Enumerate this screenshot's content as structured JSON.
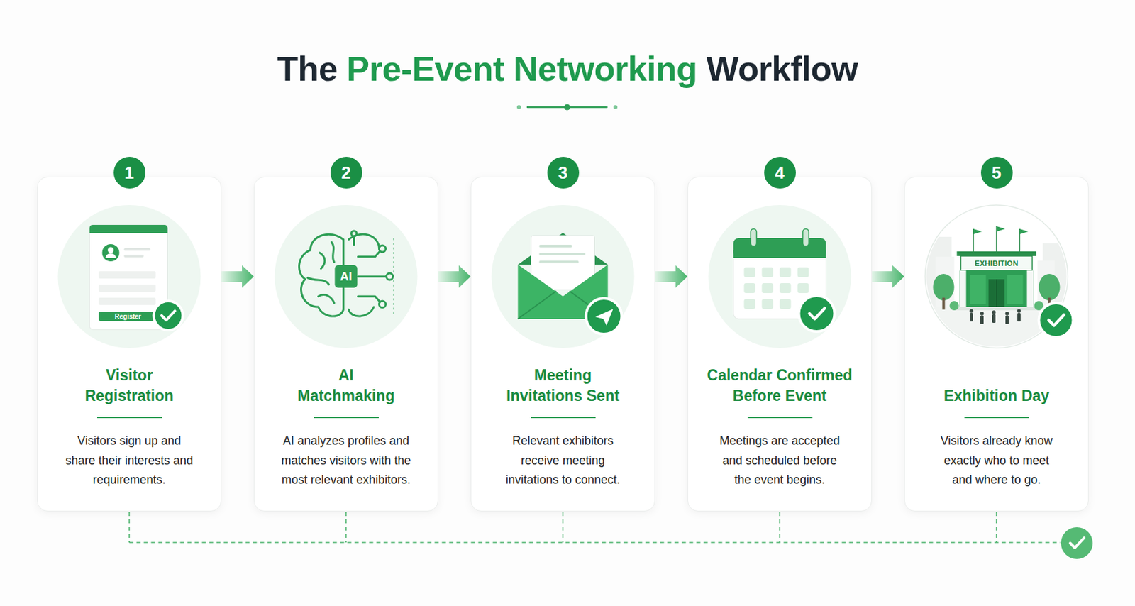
{
  "diagram": {
    "title": "The Pre-Event Networking Workflow",
    "nodes": [
      {
        "text": [
          "1",
          "Visitor Registration",
          "Visitors sign up and share their interests and requirements."
        ]
      },
      {
        "text": [
          "2",
          "AI Matchmaking",
          "AI analyzes profiles and matches visitors with the most relevant exhibitors."
        ]
      },
      {
        "text": [
          "3",
          "Meeting Invitations Sent",
          "Relevant exhibitors receive meeting invitations to connect."
        ]
      },
      {
        "text": [
          "4",
          "Calendar Confirmed Before Event",
          "Meetings are accepted and scheduled before the event begins."
        ]
      },
      {
        "text": [
          "5",
          "Exhibition Day",
          "Visitors already know exactly who to meet and where to go."
        ]
      }
    ],
    "edges": [
      {
        "from": 0,
        "to": 1,
        "arrow": "to"
      },
      {
        "from": 1,
        "to": 2,
        "arrow": "to"
      },
      {
        "from": 2,
        "to": 3,
        "arrow": "to"
      },
      {
        "from": 3,
        "to": 4,
        "arrow": "to"
      }
    ],
    "labels": [
      "Register",
      "AI",
      "EXHIBITION"
    ]
  }
}
